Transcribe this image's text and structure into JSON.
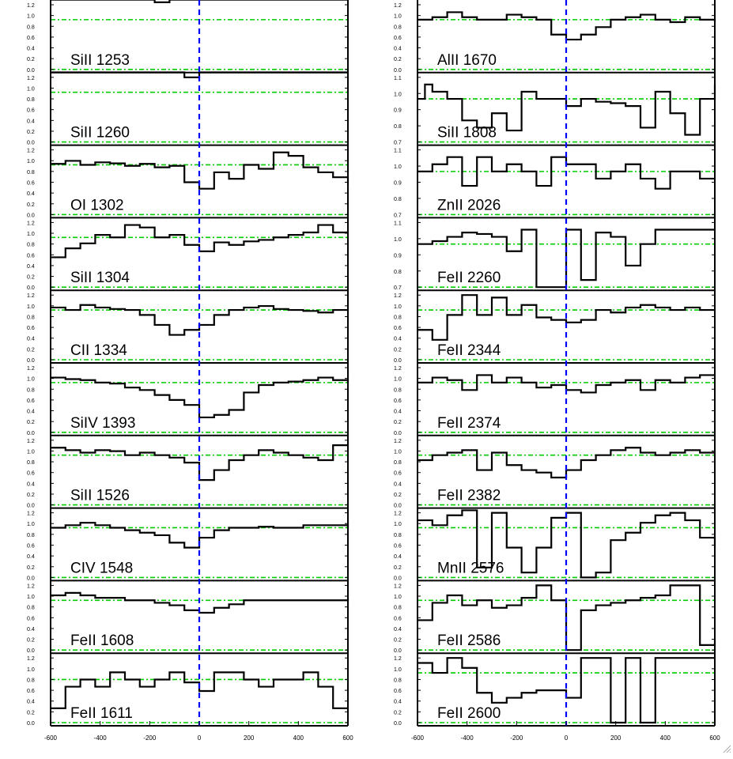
{
  "chart_data": {
    "type": "line",
    "description_free": true,
    "xlim": [
      -600,
      600
    ],
    "x_ticks": [
      "-600",
      "-400",
      "-200",
      "0",
      "200",
      "400",
      "600"
    ],
    "reference_line_x": 0,
    "reference_level": 1.0,
    "colors": {
      "reference_x": "#0000ff",
      "continuum": "#00cc00",
      "spectrum": "#000000"
    },
    "left_column": [
      {
        "label": "SiII 1253",
        "yticks": [
          "1.2",
          "1.0",
          "0.8",
          "0.6",
          "0.4",
          "0.2",
          "0.0"
        ],
        "ylim": [
          0,
          1.3
        ],
        "x": [
          -600,
          -540,
          -480,
          -420,
          -360,
          -300,
          -240,
          -180,
          -120,
          -60,
          0,
          60,
          120,
          180,
          240,
          300,
          360,
          420,
          480,
          540,
          600
        ],
        "y": [
          1.4,
          1.4,
          1.4,
          1.4,
          1.4,
          1.4,
          1.4,
          1.35,
          1.4,
          1.4,
          1.4,
          1.4,
          1.4,
          1.4,
          1.4,
          1.4,
          1.4,
          1.4,
          1.4,
          1.4,
          1.4
        ]
      },
      {
        "label": "SiII 1260",
        "yticks": [
          "1.2",
          "1.0",
          "0.8",
          "0.6",
          "0.4",
          "0.2",
          "0.0"
        ],
        "ylim": [
          0,
          1.3
        ],
        "x": [
          -600,
          -540,
          -480,
          -420,
          -360,
          -300,
          -240,
          -180,
          -120,
          -60,
          0,
          60,
          120,
          180,
          240,
          300,
          360,
          420,
          480,
          540,
          600
        ],
        "y": [
          1.4,
          1.4,
          1.4,
          1.4,
          1.4,
          1.4,
          1.4,
          1.4,
          1.4,
          1.3,
          1.4,
          1.4,
          1.4,
          1.4,
          1.4,
          1.4,
          1.4,
          1.4,
          1.4,
          1.4,
          1.4
        ]
      },
      {
        "label": "OI 1302",
        "yticks": [
          "1.2",
          "1.0",
          "0.8",
          "0.6",
          "0.4",
          "0.2",
          "0.0"
        ],
        "ylim": [
          0,
          1.3
        ],
        "x": [
          -600,
          -540,
          -480,
          -420,
          -360,
          -300,
          -240,
          -180,
          -120,
          -60,
          0,
          60,
          120,
          180,
          240,
          300,
          360,
          420,
          480,
          540,
          600
        ],
        "y": [
          1.02,
          1.08,
          1.0,
          1.05,
          1.03,
          0.98,
          1.02,
          0.95,
          0.98,
          0.65,
          0.52,
          0.85,
          0.72,
          1.0,
          0.92,
          1.25,
          1.18,
          0.95,
          0.85,
          0.75,
          0.6
        ]
      },
      {
        "label": "SiII 1304",
        "yticks": [
          "1.2",
          "1.0",
          "0.8",
          "0.6",
          "0.4",
          "0.2",
          "0.0"
        ],
        "ylim": [
          0,
          1.3
        ],
        "x": [
          -600,
          -540,
          -480,
          -420,
          -360,
          -300,
          -240,
          -180,
          -120,
          -60,
          0,
          60,
          120,
          180,
          240,
          300,
          360,
          420,
          480,
          540,
          600
        ],
        "y": [
          0.6,
          0.78,
          0.88,
          1.05,
          1.0,
          1.25,
          1.2,
          1.0,
          1.05,
          0.85,
          0.72,
          0.9,
          0.85,
          0.92,
          0.95,
          1.0,
          1.05,
          1.1,
          1.25,
          1.1,
          1.1
        ]
      },
      {
        "label": "CII 1334",
        "yticks": [
          "1.2",
          "1.0",
          "0.8",
          "0.6",
          "0.4",
          "0.2",
          "0.0"
        ],
        "ylim": [
          0,
          1.3
        ],
        "x": [
          -600,
          -540,
          -480,
          -420,
          -360,
          -300,
          -240,
          -180,
          -120,
          -60,
          0,
          60,
          120,
          180,
          240,
          300,
          360,
          420,
          480,
          540,
          600
        ],
        "y": [
          1.05,
          1.0,
          1.1,
          1.05,
          1.02,
          1.0,
          0.9,
          0.7,
          0.5,
          0.6,
          0.7,
          0.9,
          1.0,
          1.05,
          1.08,
          1.02,
          1.0,
          0.98,
          0.95,
          1.0,
          1.0
        ]
      },
      {
        "label": "SiIV 1393",
        "yticks": [
          "1.2",
          "1.0",
          "0.8",
          "0.6",
          "0.4",
          "0.2",
          "0.0"
        ],
        "ylim": [
          0,
          1.3
        ],
        "x": [
          -600,
          -540,
          -480,
          -420,
          -360,
          -300,
          -240,
          -180,
          -120,
          -60,
          0,
          60,
          120,
          180,
          240,
          300,
          360,
          420,
          480,
          540,
          600
        ],
        "y": [
          1.1,
          1.07,
          1.05,
          1.0,
          0.98,
          0.9,
          0.85,
          0.75,
          0.65,
          0.55,
          0.3,
          0.35,
          0.45,
          0.8,
          0.95,
          1.0,
          1.02,
          1.05,
          1.1,
          1.05,
          1.0
        ]
      },
      {
        "label": "SiII 1526",
        "yticks": [
          "1.2",
          "1.0",
          "0.8",
          "0.6",
          "0.4",
          "0.2",
          "0.0"
        ],
        "ylim": [
          0,
          1.3
        ],
        "x": [
          -600,
          -540,
          -480,
          -420,
          -360,
          -300,
          -240,
          -180,
          -120,
          -60,
          0,
          60,
          120,
          180,
          240,
          300,
          360,
          420,
          480,
          540,
          600
        ],
        "y": [
          1.15,
          1.1,
          1.05,
          1.1,
          1.08,
          1.0,
          1.05,
          1.0,
          0.95,
          0.85,
          0.5,
          0.7,
          0.9,
          1.0,
          1.1,
          1.05,
          1.0,
          0.95,
          0.9,
          1.2,
          1.2
        ]
      },
      {
        "label": "CIV 1548",
        "yticks": [
          "1.2",
          "1.0",
          "0.8",
          "0.6",
          "0.4",
          "0.2",
          "0.0"
        ],
        "ylim": [
          0,
          1.3
        ],
        "x": [
          -600,
          -540,
          -480,
          -420,
          -360,
          -300,
          -240,
          -180,
          -120,
          -60,
          0,
          60,
          120,
          180,
          240,
          300,
          360,
          420,
          480,
          540,
          600
        ],
        "y": [
          1.0,
          1.05,
          1.1,
          1.05,
          1.0,
          0.95,
          0.9,
          0.85,
          0.7,
          0.6,
          0.8,
          0.95,
          1.0,
          1.0,
          1.02,
          1.0,
          1.0,
          1.05,
          1.05,
          1.05,
          1.0
        ]
      },
      {
        "label": "FeII 1608",
        "yticks": [
          "1.2",
          "1.0",
          "0.8",
          "0.6",
          "0.4",
          "0.2",
          "0.0"
        ],
        "ylim": [
          0,
          1.3
        ],
        "x": [
          -600,
          -540,
          -480,
          -420,
          -360,
          -300,
          -240,
          -180,
          -120,
          -60,
          0,
          60,
          120,
          180,
          240,
          300,
          360,
          420,
          480,
          540,
          600
        ],
        "y": [
          1.1,
          1.15,
          1.1,
          1.05,
          1.05,
          1.0,
          1.0,
          0.95,
          0.9,
          0.8,
          0.75,
          0.85,
          0.92,
          1.0,
          1.0,
          1.0,
          1.0,
          1.0,
          1.0,
          1.0,
          1.05
        ]
      },
      {
        "label": "FeII 1611",
        "yticks": [
          "1.2",
          "1.0",
          "0.8",
          "0.6",
          "0.4",
          "0.2",
          "0.0"
        ],
        "ylim": [
          0.7,
          1.15
        ],
        "x": [
          -600,
          -540,
          -480,
          -420,
          -360,
          -300,
          -240,
          -180,
          -120,
          -60,
          0,
          60,
          120,
          180,
          240,
          300,
          360,
          420,
          480,
          540,
          600
        ],
        "y": [
          0.8,
          0.95,
          1.0,
          0.95,
          1.05,
          1.0,
          0.95,
          1.0,
          1.05,
          0.98,
          0.92,
          1.05,
          1.05,
          1.0,
          0.95,
          1.0,
          1.0,
          1.05,
          0.95,
          0.8,
          0.8
        ]
      }
    ],
    "right_column": [
      {
        "label": "AlII 1670",
        "yticks": [
          "1.2",
          "1.0",
          "0.8",
          "0.6",
          "0.4",
          "0.2",
          "0.0"
        ],
        "ylim": [
          0,
          1.3
        ],
        "x": [
          -600,
          -540,
          -480,
          -420,
          -360,
          -300,
          -240,
          -180,
          -120,
          -60,
          0,
          60,
          120,
          180,
          240,
          300,
          360,
          420,
          480,
          540,
          600
        ],
        "y": [
          1.0,
          1.05,
          1.15,
          1.05,
          1.0,
          1.0,
          1.1,
          1.05,
          1.0,
          0.7,
          0.6,
          0.7,
          0.85,
          1.0,
          1.05,
          1.1,
          1.0,
          0.95,
          1.05,
          1.0,
          0.95
        ]
      },
      {
        "label": "SiII 1808",
        "yticks": [
          "1.1",
          "1.0",
          "0.9",
          "0.8",
          "0.7"
        ],
        "ylim": [
          0.7,
          1.15
        ],
        "x": [
          -600,
          -570,
          -540,
          -480,
          -420,
          -360,
          -300,
          -240,
          -180,
          -120,
          -60,
          0,
          60,
          120,
          180,
          240,
          300,
          360,
          420,
          480,
          540,
          600
        ],
        "y": [
          1.0,
          1.1,
          1.05,
          1.0,
          0.85,
          0.8,
          0.9,
          0.78,
          1.05,
          1.0,
          1.0,
          0.95,
          1.0,
          0.98,
          0.97,
          0.95,
          0.8,
          1.05,
          0.9,
          0.75,
          1.0,
          1.1
        ]
      },
      {
        "label": "ZnII 2026",
        "yticks": [
          "1.1",
          "1.0",
          "0.9",
          "0.8",
          "0.7"
        ],
        "ylim": [
          0.7,
          1.15
        ],
        "x": [
          -600,
          -540,
          -480,
          -420,
          -360,
          -300,
          -240,
          -180,
          -120,
          -60,
          0,
          60,
          120,
          180,
          240,
          300,
          360,
          420,
          480,
          540,
          600
        ],
        "y": [
          1.0,
          1.05,
          1.1,
          0.9,
          1.1,
          1.0,
          1.05,
          1.0,
          0.9,
          1.1,
          1.05,
          1.05,
          0.95,
          1.0,
          1.05,
          0.95,
          0.88,
          1.0,
          1.0,
          0.95,
          0.95
        ]
      },
      {
        "label": "FeII 2260",
        "yticks": [
          "1.1",
          "1.0",
          "0.9",
          "0.8",
          "0.7"
        ],
        "ylim": [
          0.7,
          1.15
        ],
        "x": [
          -600,
          -540,
          -480,
          -420,
          -360,
          -300,
          -240,
          -180,
          -120,
          -60,
          0,
          60,
          120,
          180,
          240,
          300,
          360,
          420,
          480,
          540,
          600
        ],
        "y": [
          1.0,
          1.02,
          1.05,
          1.08,
          1.07,
          1.05,
          0.95,
          1.1,
          0.7,
          0.7,
          1.1,
          0.75,
          1.08,
          1.05,
          0.85,
          1.0,
          1.1,
          1.1,
          1.1,
          1.1,
          1.1
        ]
      },
      {
        "label": "FeII 2344",
        "yticks": [
          "1.2",
          "1.0",
          "0.8",
          "0.6",
          "0.4",
          "0.2",
          "0.0"
        ],
        "ylim": [
          0,
          1.3
        ],
        "x": [
          -600,
          -540,
          -480,
          -420,
          -360,
          -300,
          -240,
          -180,
          -120,
          -60,
          0,
          60,
          120,
          180,
          240,
          300,
          360,
          420,
          480,
          540,
          600
        ],
        "y": [
          0.6,
          0.4,
          0.9,
          1.3,
          0.9,
          1.25,
          0.9,
          1.1,
          0.85,
          0.8,
          0.75,
          0.8,
          1.0,
          0.95,
          1.05,
          1.1,
          1.05,
          1.0,
          1.05,
          1.0,
          1.0
        ]
      },
      {
        "label": "FeII 2374",
        "yticks": [
          "1.2",
          "1.0",
          "0.8",
          "0.6",
          "0.4",
          "0.2",
          "0.0"
        ],
        "ylim": [
          0,
          1.3
        ],
        "x": [
          -600,
          -540,
          -480,
          -420,
          -360,
          -300,
          -240,
          -180,
          -120,
          -60,
          0,
          60,
          120,
          180,
          240,
          300,
          360,
          420,
          480,
          540,
          600
        ],
        "y": [
          1.0,
          1.1,
          1.05,
          0.85,
          1.15,
          1.0,
          1.1,
          1.0,
          0.9,
          0.95,
          0.85,
          0.8,
          0.95,
          1.0,
          1.05,
          0.85,
          1.05,
          1.0,
          1.1,
          1.15,
          1.15
        ]
      },
      {
        "label": "FeII 2382",
        "yticks": [
          "1.2",
          "1.0",
          "0.8",
          "0.6",
          "0.4",
          "0.2",
          "0.0"
        ],
        "ylim": [
          0,
          1.3
        ],
        "x": [
          -600,
          -540,
          -480,
          -420,
          -360,
          -300,
          -240,
          -180,
          -120,
          -60,
          0,
          60,
          120,
          180,
          240,
          300,
          360,
          420,
          480,
          540,
          600
        ],
        "y": [
          0.9,
          1.0,
          1.05,
          1.1,
          0.7,
          1.05,
          0.8,
          0.7,
          0.65,
          0.55,
          0.7,
          0.9,
          1.0,
          1.1,
          1.15,
          1.05,
          1.0,
          1.05,
          1.1,
          1.05,
          1.05
        ]
      },
      {
        "label": "MnII 2576",
        "yticks": [
          "1.2",
          "1.0",
          "0.8",
          "0.6",
          "0.4",
          "0.2",
          "0.0"
        ],
        "ylim": [
          0,
          1.3
        ],
        "x": [
          -600,
          -540,
          -480,
          -420,
          -360,
          -300,
          -240,
          -180,
          -120,
          -60,
          0,
          60,
          120,
          180,
          240,
          300,
          360,
          420,
          480,
          540,
          600
        ],
        "y": [
          1.15,
          1.05,
          1.25,
          1.35,
          0.2,
          1.3,
          0.6,
          0.1,
          0.6,
          1.2,
          1.3,
          0.0,
          0.1,
          0.75,
          0.9,
          1.1,
          1.25,
          1.3,
          1.15,
          0.8,
          0.6
        ]
      },
      {
        "label": "FeII 2586",
        "yticks": [
          "1.2",
          "1.0",
          "0.8",
          "0.6",
          "0.4",
          "0.2",
          "0.0"
        ],
        "ylim": [
          0,
          1.3
        ],
        "x": [
          -600,
          -540,
          -480,
          -420,
          -360,
          -300,
          -240,
          -180,
          -120,
          -60,
          0,
          60,
          120,
          180,
          240,
          300,
          360,
          420,
          480,
          540,
          600
        ],
        "y": [
          0.6,
          0.95,
          1.1,
          0.9,
          1.0,
          0.85,
          0.9,
          1.05,
          1.3,
          1.0,
          0.0,
          0.8,
          0.9,
          0.95,
          1.0,
          1.05,
          1.1,
          1.3,
          1.3,
          0.1,
          0.2
        ]
      },
      {
        "label": "FeII 2600",
        "yticks": [
          "1.2",
          "1.0",
          "0.8",
          "0.6",
          "0.4",
          "0.2",
          "0.0"
        ],
        "ylim": [
          0,
          1.3
        ],
        "x": [
          -600,
          -540,
          -480,
          -420,
          -360,
          -300,
          -240,
          -180,
          -120,
          -60,
          0,
          60,
          120,
          180,
          240,
          300,
          360,
          420,
          480,
          540,
          600
        ],
        "y": [
          1.2,
          1.0,
          1.3,
          1.1,
          0.6,
          0.4,
          0.5,
          0.6,
          0.65,
          0.65,
          0.5,
          1.3,
          1.3,
          0.0,
          1.3,
          0.0,
          1.3,
          1.3,
          1.3,
          1.3,
          1.3
        ]
      }
    ]
  }
}
